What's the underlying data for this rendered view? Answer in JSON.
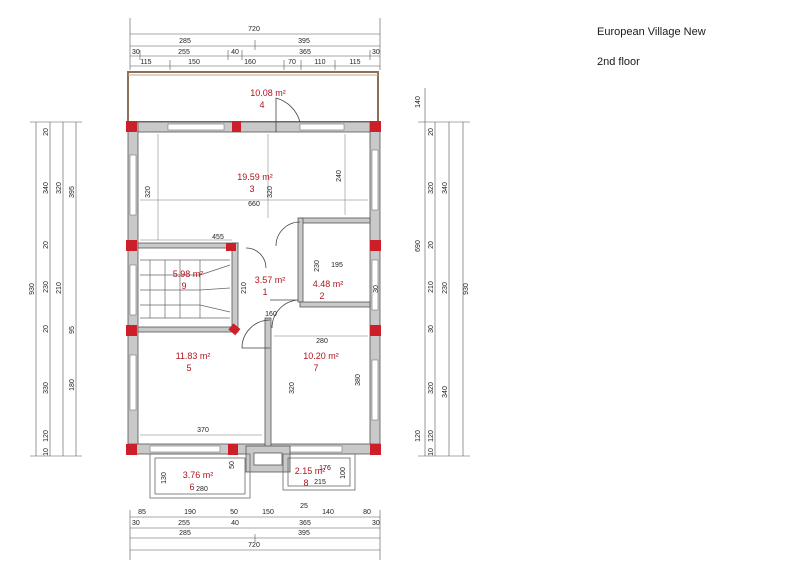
{
  "project": {
    "title": "European Village New",
    "floor": "2nd floor"
  },
  "dims": {
    "top_total": "720",
    "top_r1": [
      "285",
      "395"
    ],
    "top_r2": [
      "30",
      "255",
      "40",
      "365",
      "30"
    ],
    "top_r3": [
      "115",
      "150",
      "160",
      "70",
      "110",
      "115"
    ],
    "bot_r1": [
      "85",
      "190",
      "50",
      "150",
      "25",
      "140",
      "80"
    ],
    "bot_r2": [
      "30",
      "255",
      "40",
      "365",
      "30"
    ],
    "bot_r3": [
      "285",
      "395"
    ],
    "bot_total": "720",
    "left_total": "930",
    "left_outer": [
      "20",
      "340",
      "20",
      "230",
      "20",
      "330",
      "120",
      "10"
    ],
    "left_mid": [
      "320",
      "210",
      "95",
      "180"
    ],
    "left_inner": [
      "395"
    ],
    "right_a": [
      "140",
      "690",
      "120"
    ],
    "right_b": [
      "20",
      "320",
      "20",
      "210",
      "30",
      "320",
      "120",
      "10"
    ],
    "right_c": [
      "340",
      "230",
      "340"
    ],
    "right_total": "930",
    "interior": [
      "660",
      "455",
      "320",
      "320",
      "240",
      "195",
      "230",
      "210",
      "30",
      "160",
      "280",
      "320",
      "380",
      "370",
      "130",
      "280",
      "50",
      "176",
      "215",
      "100"
    ]
  },
  "rooms": [
    {
      "area": "10.08 m²",
      "num": "4"
    },
    {
      "area": "19.59 m²",
      "num": "3"
    },
    {
      "area": "5.98 m²",
      "num": "9"
    },
    {
      "area": "3.57 m²",
      "num": "1"
    },
    {
      "area": "4.48 m²",
      "num": "2"
    },
    {
      "area": "11.83 m²",
      "num": "5"
    },
    {
      "area": "10.20 m²",
      "num": "7"
    },
    {
      "area": "3.76 m²",
      "num": "6"
    },
    {
      "area": "2.15 m²",
      "num": "8"
    }
  ],
  "colors": {
    "column": "#cc1f2a",
    "wall": "#c9c9c9",
    "wall_line": "#555555",
    "room_label": "#b0141e",
    "balcony": "#8a7055"
  }
}
